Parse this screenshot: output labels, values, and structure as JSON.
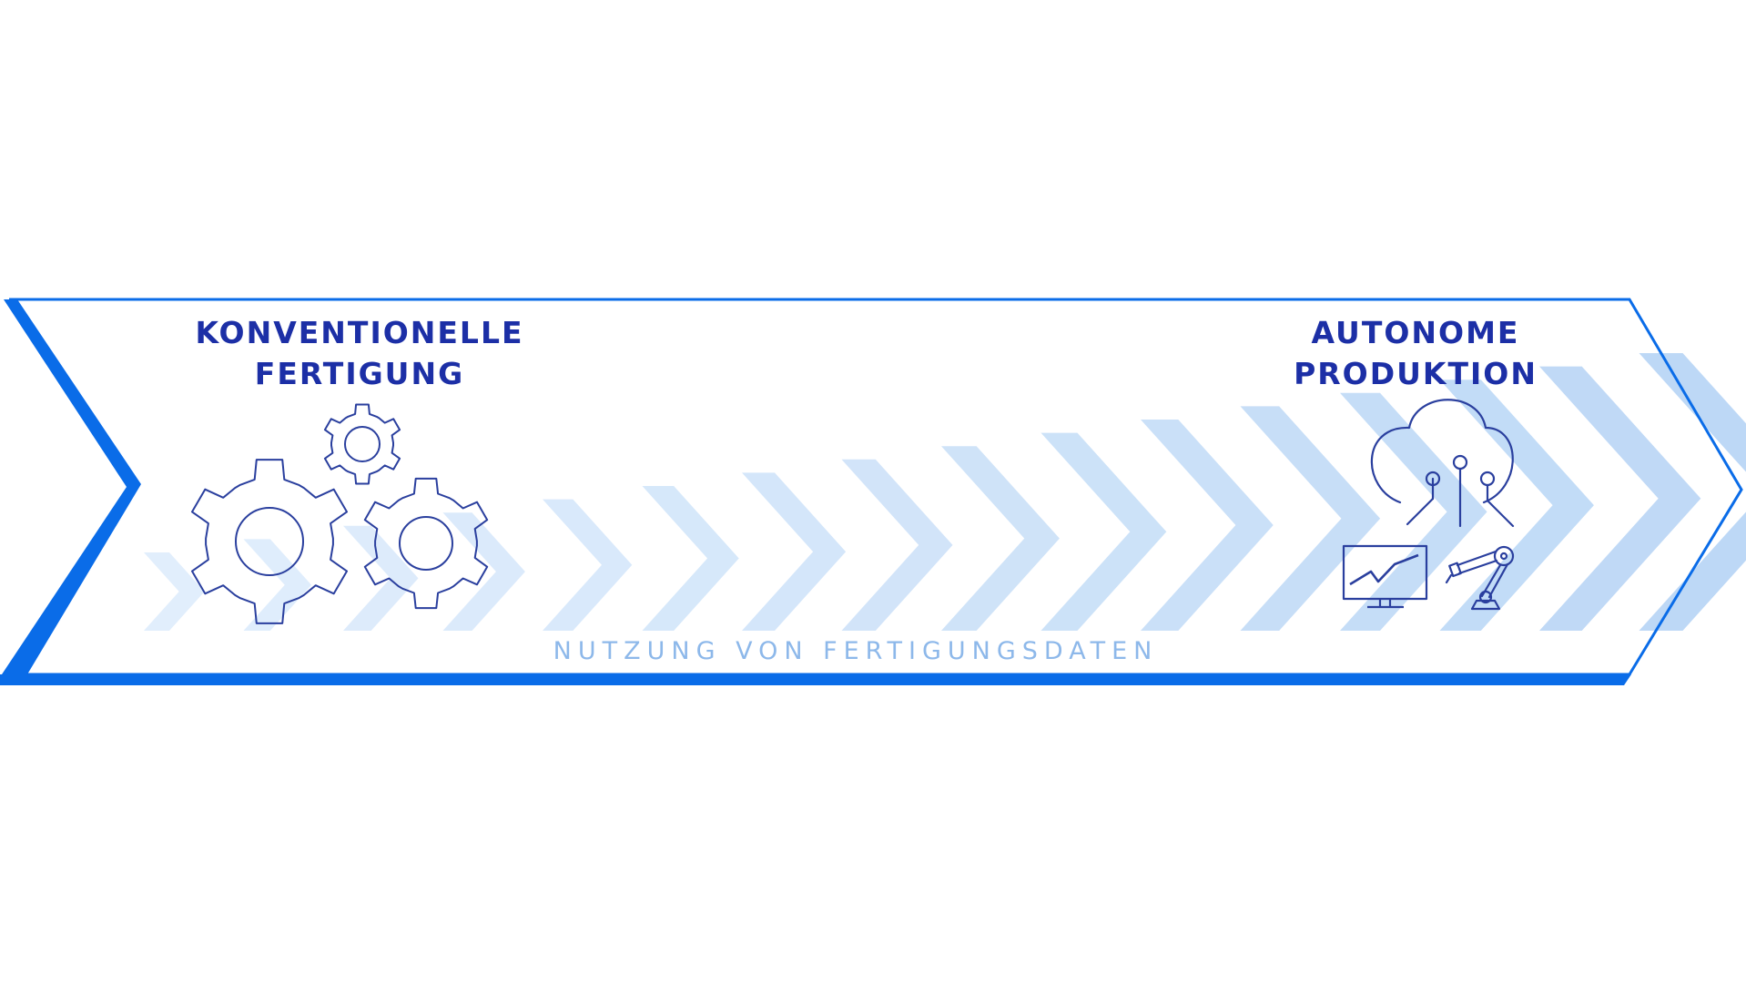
{
  "diagram": {
    "start_stage": {
      "title_lines": [
        "KONVENTIONELLE",
        "FERTIGUNG"
      ],
      "icons": [
        "gear-icon-small",
        "gear-icon-large",
        "gear-icon-medium"
      ]
    },
    "end_stage": {
      "title_lines": [
        "AUTONOME",
        "PRODUKTION"
      ],
      "icons": [
        "cloud-network-icon",
        "monitor-chart-icon",
        "robot-arm-icon"
      ]
    },
    "progress_label": "NUTZUNG VON FERTIGUNGSDATEN",
    "chevron_count": 16
  },
  "colors": {
    "frame_blue": "#0a6ce8",
    "heading_blue": "#1c2fa6",
    "icon_stroke": "#2a3f9e",
    "caption_blue": "#8db8ea",
    "chevron_light": "#dcebfb",
    "chevron_dark": "#bdd8f6"
  }
}
